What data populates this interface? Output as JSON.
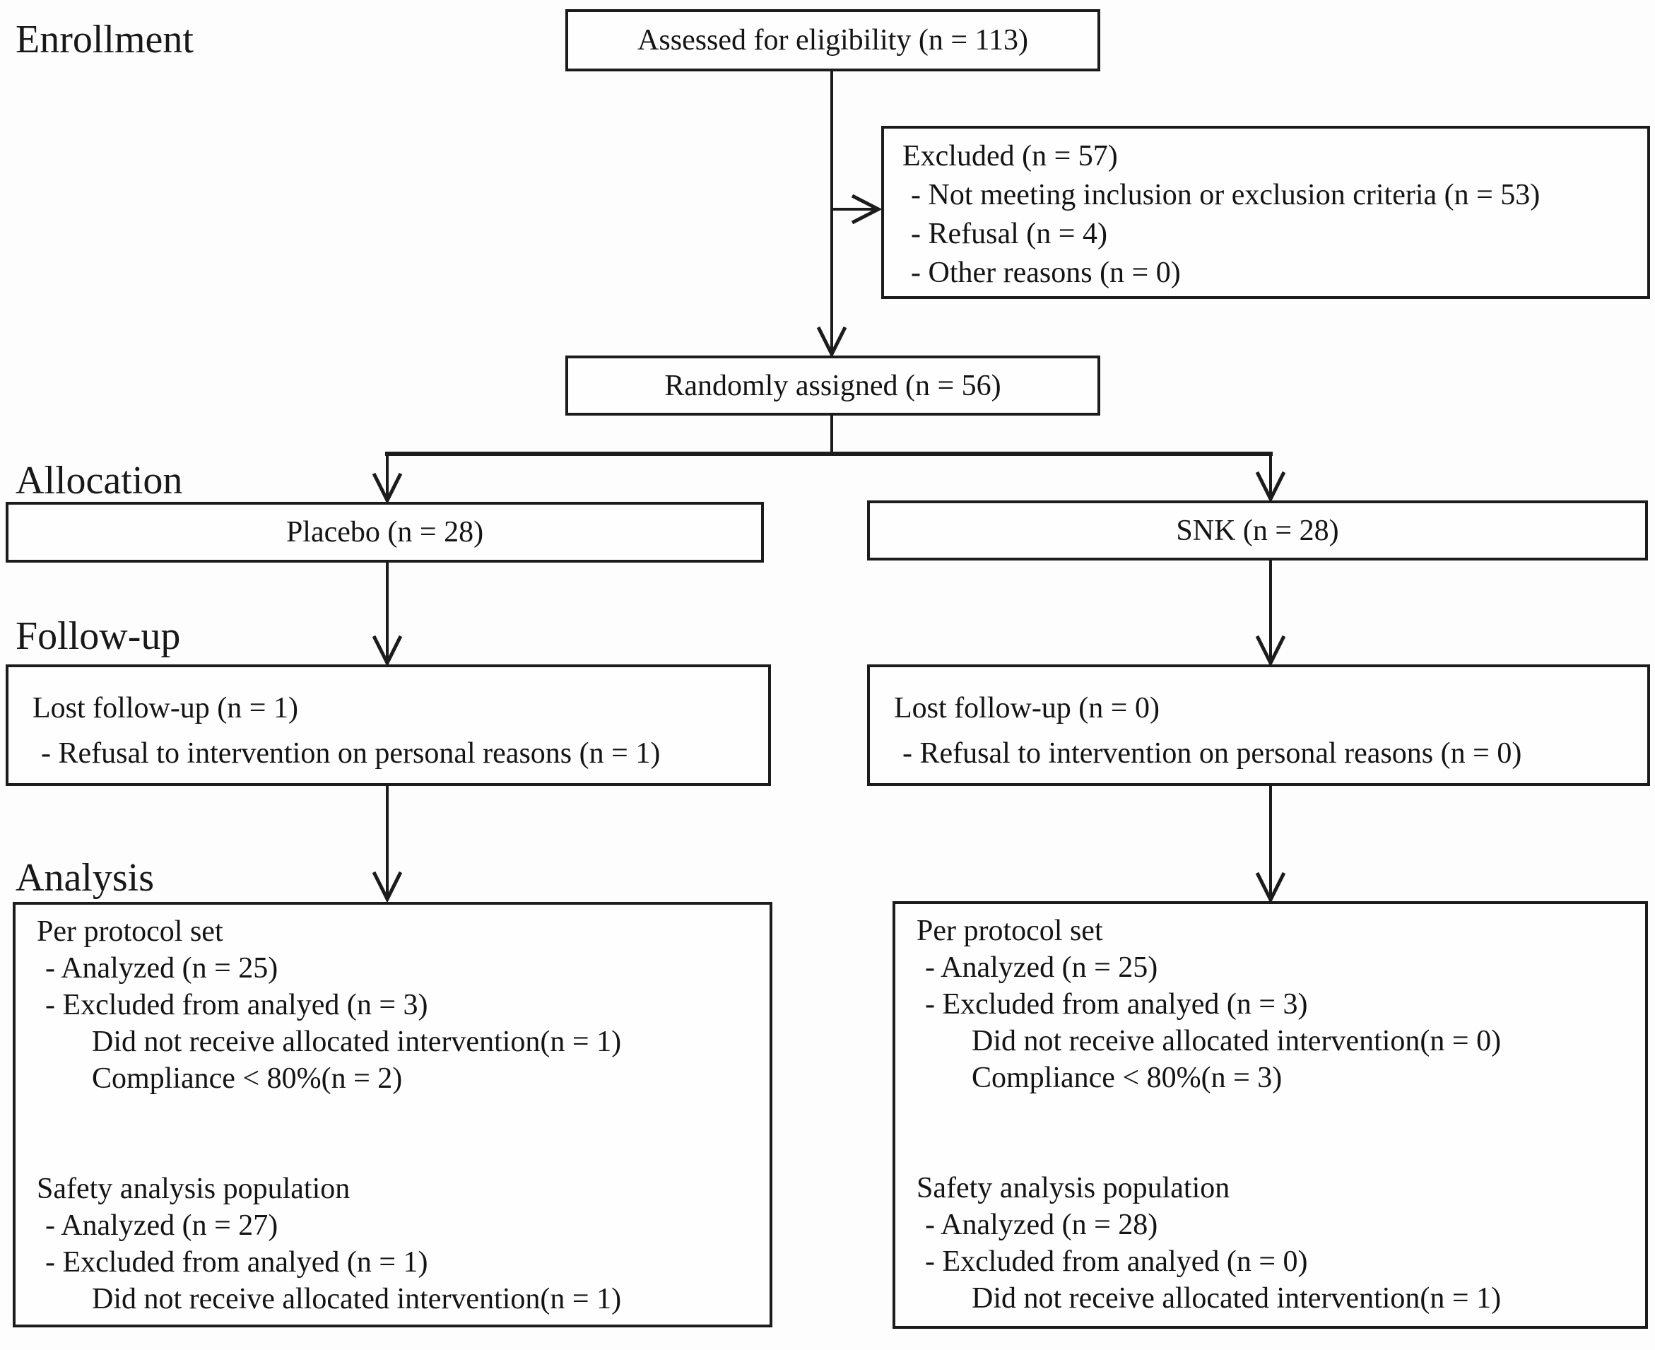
{
  "diagram": {
    "title": "CONSORT participant flow diagram",
    "colors": {
      "ink": "#1c1c1c",
      "background": "#fdfdfd",
      "box_background": "#fefefe"
    },
    "stages": {
      "enrollment": "Enrollment",
      "allocation": "Allocation",
      "followup": "Follow-up",
      "analysis": "Analysis"
    },
    "boxes": {
      "assessed": {
        "text": "Assessed for eligibility (n = 113)"
      },
      "excluded": {
        "lines": [
          "Excluded (n = 57)",
          "- Not meeting inclusion or exclusion criteria (n = 53)",
          "- Refusal (n = 4)",
          "- Other reasons (n = 0)"
        ]
      },
      "randomized": {
        "text": "Randomly assigned (n = 56)"
      },
      "placebo": {
        "text": "Placebo (n = 28)"
      },
      "snk": {
        "text": "SNK (n = 28)"
      },
      "followup_placebo": {
        "lines": [
          "Lost follow-up (n = 1)",
          "- Refusal to intervention on personal reasons (n = 1)"
        ]
      },
      "followup_snk": {
        "lines": [
          "Lost follow-up (n = 0)",
          "- Refusal to intervention on personal reasons (n = 0)"
        ]
      },
      "analysis_placebo": {
        "per_protocol": [
          "Per protocol set",
          "- Analyzed (n = 25)",
          "- Excluded from analyed (n = 3)",
          "Did not receive allocated intervention(n = 1)",
          "Compliance < 80%(n = 2)"
        ],
        "safety": [
          "Safety analysis population",
          "- Analyzed (n = 27)",
          "- Excluded from analyed (n = 1)",
          "Did not receive allocated intervention(n = 1)"
        ]
      },
      "analysis_snk": {
        "per_protocol": [
          "Per protocol set",
          "- Analyzed (n = 25)",
          "- Excluded from analyed (n = 3)",
          "Did not receive allocated intervention(n = 0)",
          "Compliance < 80%(n = 3)"
        ],
        "safety": [
          "Safety analysis population",
          "- Analyzed (n = 28)",
          "- Excluded from analyed (n = 0)",
          "Did not receive allocated intervention(n = 1)"
        ]
      }
    }
  }
}
